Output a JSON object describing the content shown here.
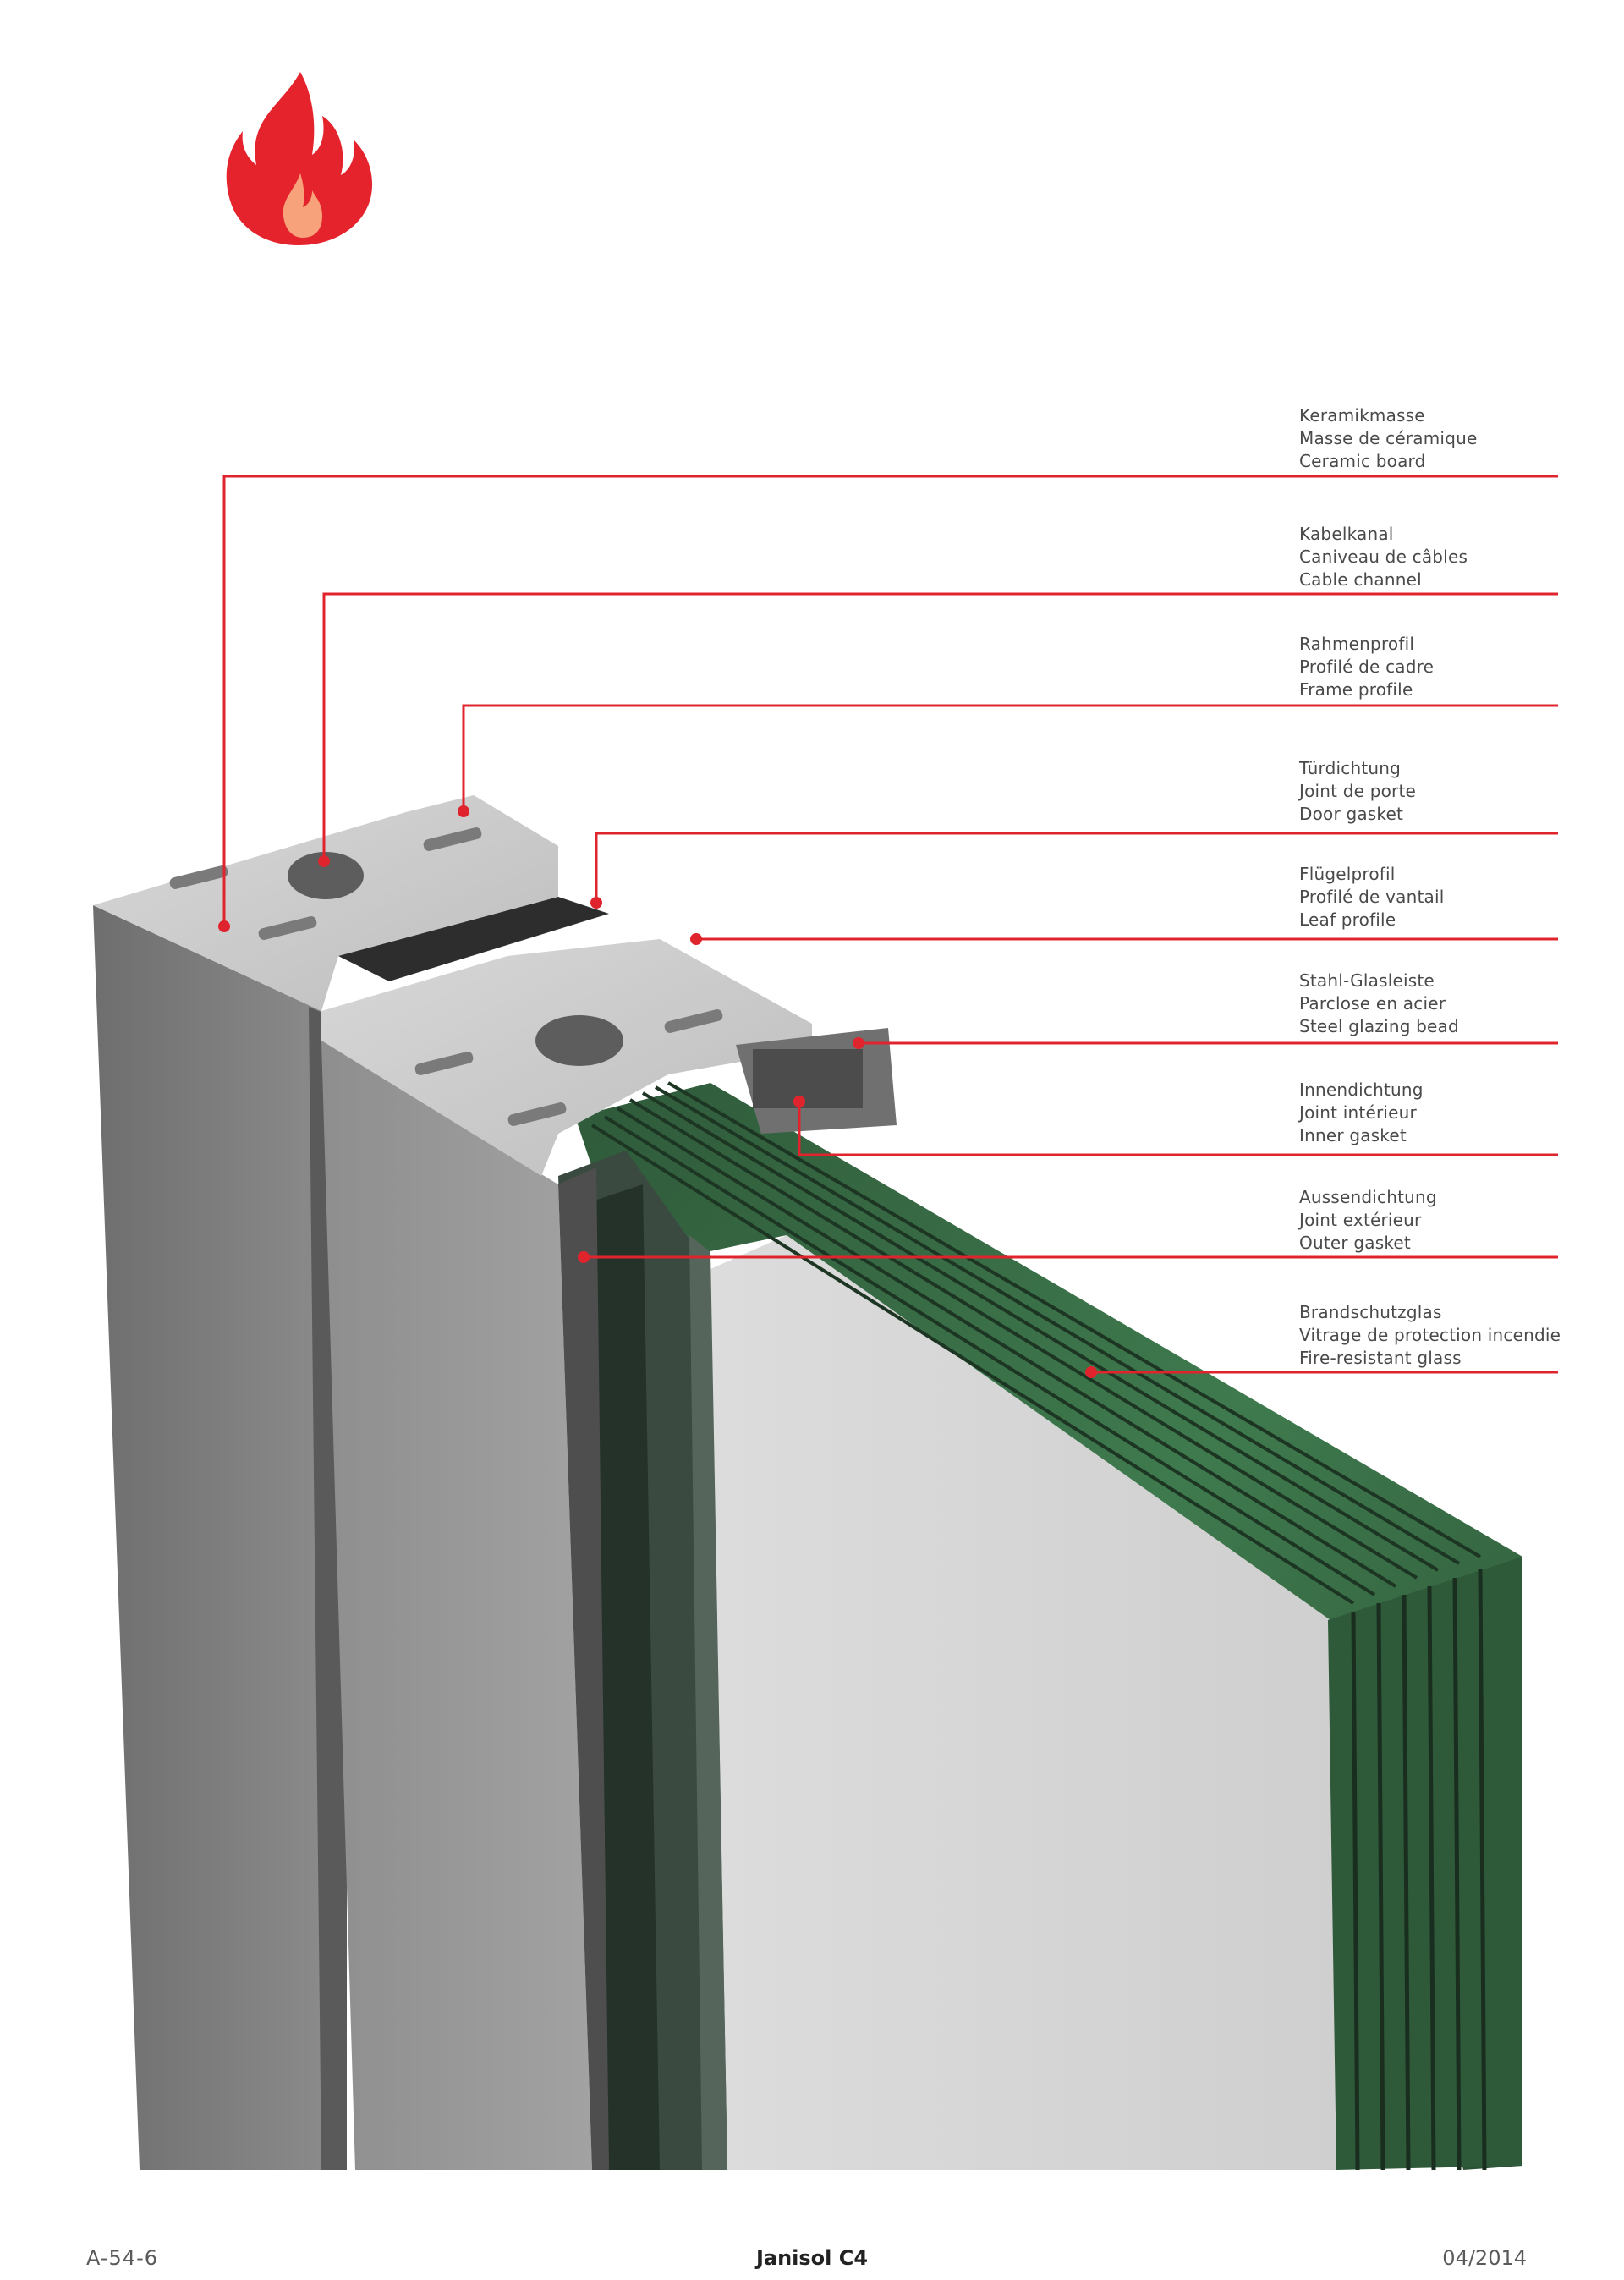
{
  "document": {
    "logo_icon": "fire-icon",
    "accent_color": "#e0242e"
  },
  "callouts": [
    {
      "id": "ceramic-board",
      "lines": [
        "Keramikmasse",
        "Masse de céramique",
        "Ceramic board"
      ]
    },
    {
      "id": "cable-channel",
      "lines": [
        "Kabelkanal",
        "Caniveau de câbles",
        "Cable channel"
      ]
    },
    {
      "id": "frame-profile",
      "lines": [
        "Rahmenprofil",
        "Profilé de cadre",
        "Frame profile"
      ]
    },
    {
      "id": "door-gasket",
      "lines": [
        "Türdichtung",
        "Joint de porte",
        "Door gasket"
      ]
    },
    {
      "id": "leaf-profile",
      "lines": [
        "Flügelprofil",
        "Profilé de vantail",
        "Leaf profile"
      ]
    },
    {
      "id": "steel-glazing-bead",
      "lines": [
        "Stahl-Glasleiste",
        "Parclose en acier",
        "Steel glazing bead"
      ]
    },
    {
      "id": "inner-gasket",
      "lines": [
        "Innendichtung",
        "Joint intérieur",
        "Inner gasket"
      ]
    },
    {
      "id": "outer-gasket",
      "lines": [
        "Aussendichtung",
        "Joint extérieur",
        "Outer gasket"
      ]
    },
    {
      "id": "fire-resistant-glass",
      "lines": [
        "Brandschutzglas",
        "Vitrage de protection incendie",
        "Fire-resistant glass"
      ]
    }
  ],
  "footer": {
    "page_code": "A-54-6",
    "product_name": "Janisol C4",
    "date": "04/2014"
  }
}
